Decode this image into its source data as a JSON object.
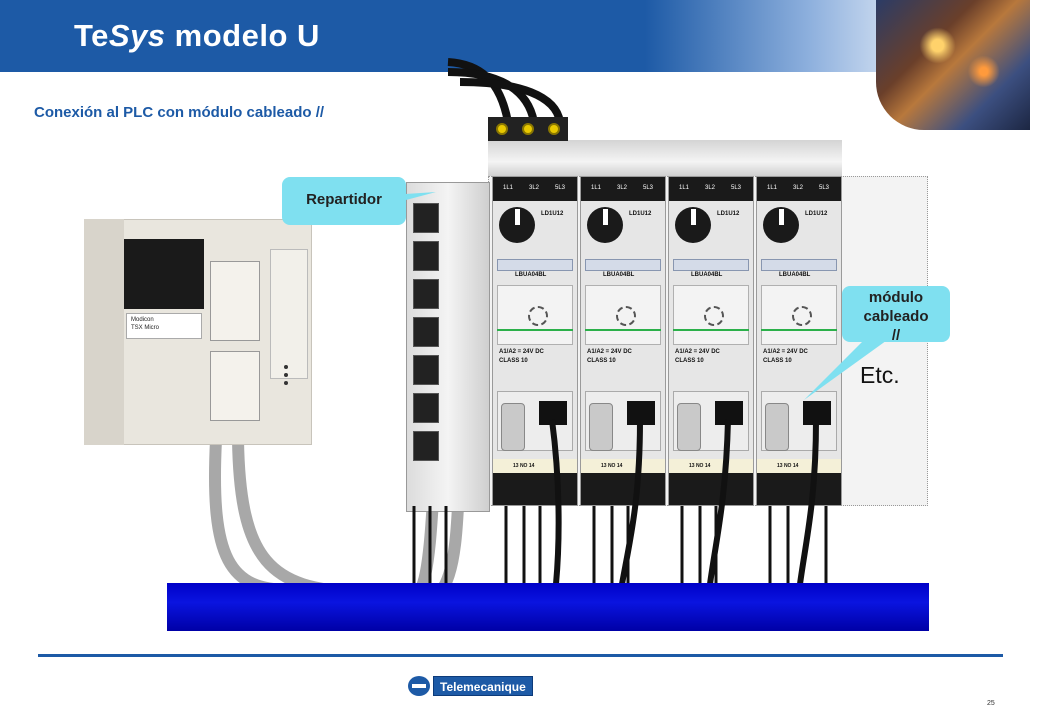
{
  "header": {
    "title_part1": "Te",
    "title_part2": "Sys",
    "title_part3": " modelo U"
  },
  "subtitle": "Conexión al PLC con módulo cableado //",
  "callouts": {
    "repartidor": "Repartidor",
    "modulo_line1": "módulo",
    "modulo_line2": "cableado",
    "modulo_line3": "//",
    "etc": "Etc."
  },
  "plc": {
    "logo_line1": "Modicon",
    "logo_line2": "TSX Micro"
  },
  "starters": [
    {
      "top_labels": [
        "1L1",
        "3L2",
        "5L3"
      ],
      "model": "LD1U12",
      "control": "LBUA04BL",
      "coil": "A1/A2 = 24V DC",
      "class": "CLASS 10",
      "bottom": "13 NO 14"
    },
    {
      "top_labels": [
        "1L1",
        "3L2",
        "5L3"
      ],
      "model": "LD1U12",
      "control": "LBUA04BL",
      "coil": "A1/A2 = 24V DC",
      "class": "CLASS 10",
      "bottom": "13 NO 14"
    },
    {
      "top_labels": [
        "1L1",
        "3L2",
        "5L3"
      ],
      "model": "LD1U12",
      "control": "LBUA04BL",
      "coil": "A1/A2 = 24V DC",
      "class": "CLASS 10",
      "bottom": "13 NO 14"
    },
    {
      "top_labels": [
        "1L1",
        "3L2",
        "5L3"
      ],
      "model": "LD1U12",
      "control": "LBUA04BL",
      "coil": "A1/A2 = 24V DC",
      "class": "CLASS 10",
      "bottom": "13 NO 14"
    }
  ],
  "footer": {
    "logo": "Telemecanique",
    "page_number": "25"
  },
  "colors": {
    "brand_blue": "#1d5aa6",
    "callout": "#7fe0f0",
    "bus": "#0000c8"
  }
}
